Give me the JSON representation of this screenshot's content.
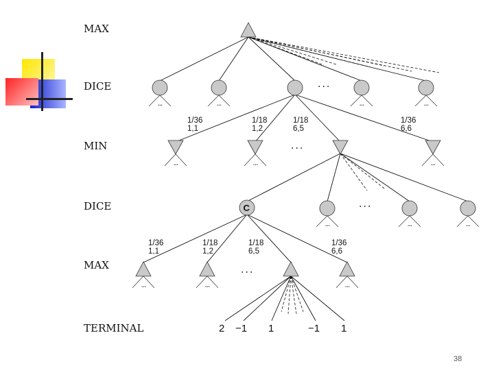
{
  "levels": [
    "MAX",
    "DICE",
    "MIN",
    "DICE",
    "MAX",
    "TERMINAL"
  ],
  "probabilities": {
    "top": [
      {
        "p": "1/36",
        "r": "1,1"
      },
      {
        "p": "1/18",
        "r": "1,2"
      },
      {
        "p": "1/18",
        "r": "6,5"
      },
      {
        "p": "1/36",
        "r": "6,6"
      }
    ],
    "bottom": [
      {
        "p": "1/36",
        "r": "1,1"
      },
      {
        "p": "1/18",
        "r": "1,2"
      },
      {
        "p": "1/18",
        "r": "6,5"
      },
      {
        "p": "1/36",
        "r": "6,6"
      }
    ]
  },
  "ellipsis": "...",
  "stub_label": "...",
  "chance_node_label": "C",
  "terminal_values": [
    "2",
    "−1",
    "1",
    "−1",
    "1"
  ],
  "page_number": "38",
  "colors": {
    "node_fill": "#c9c9c9",
    "line": "#111111",
    "deco_yellow": "#ffd700",
    "deco_red": "#ff3333",
    "deco_blue": "#2233dd"
  }
}
